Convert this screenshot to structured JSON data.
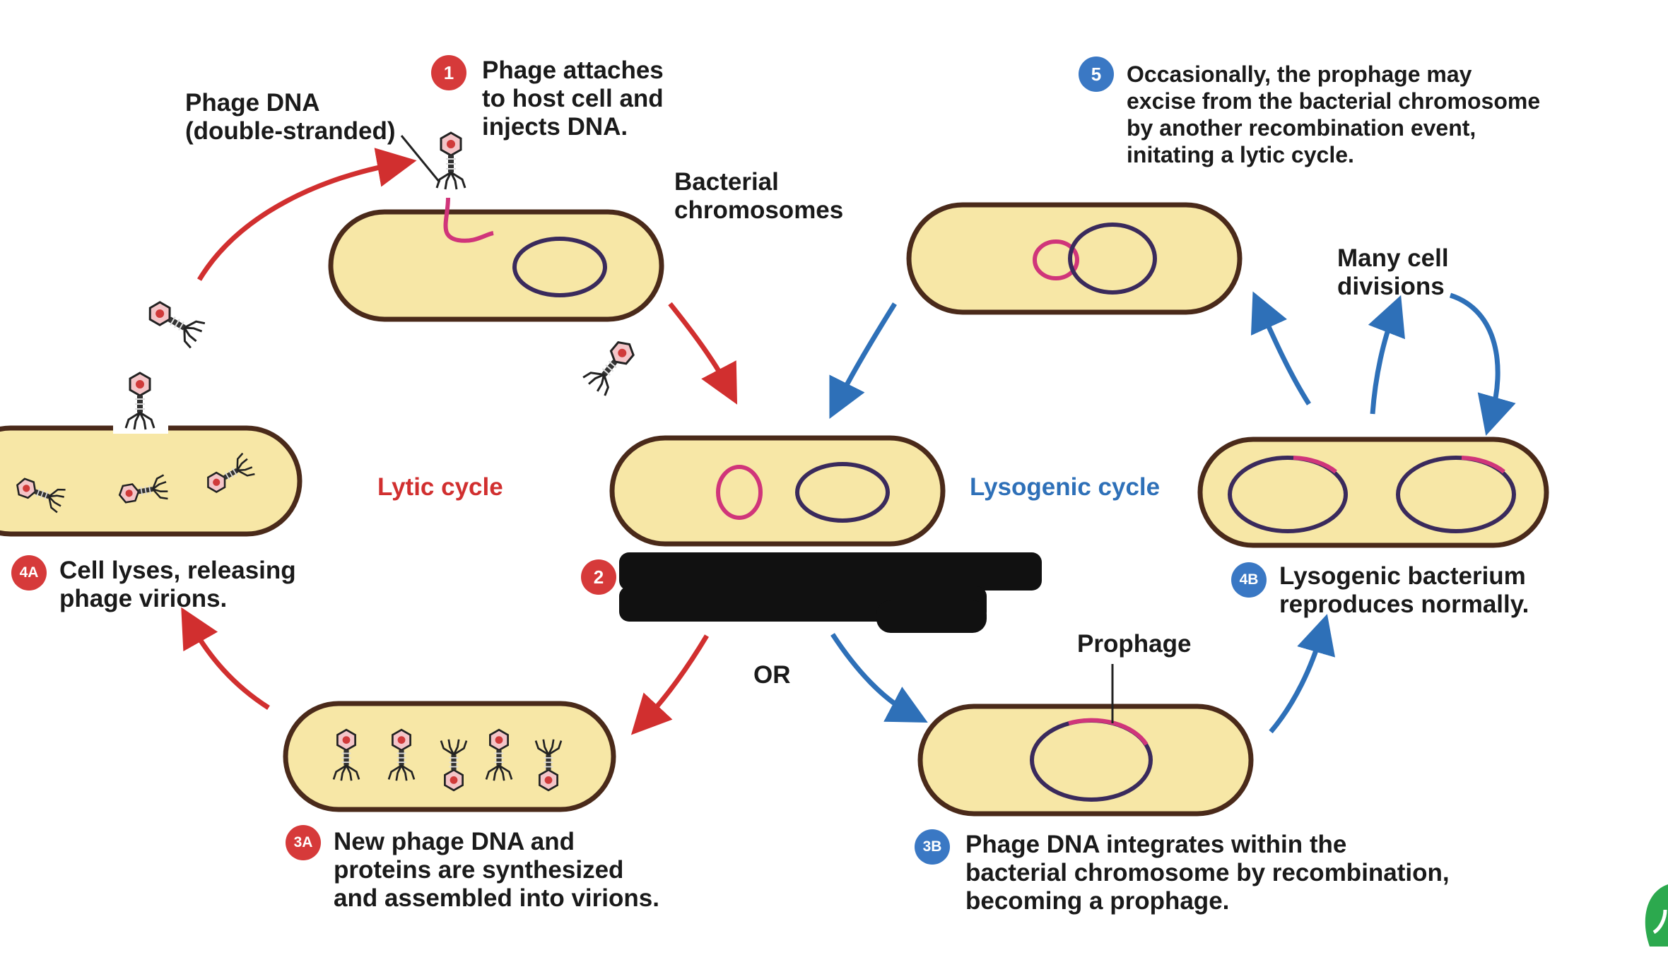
{
  "cycles": {
    "lytic": "Lytic cycle",
    "lysogenic": "Lysogenic cycle",
    "or": "OR"
  },
  "labels": {
    "phage_dna": "Phage DNA\n(double-stranded)",
    "bacterial_chromosomes": "Bacterial\nchromosomes",
    "prophage": "Prophage",
    "many_divisions": "Many cell\ndivisions"
  },
  "steps": [
    {
      "badge": "1",
      "text": "Phage attaches\nto host cell and\ninjects DNA."
    },
    {
      "badge": "2",
      "text": ""
    },
    {
      "badge": "3A",
      "text": "New phage DNA and\nproteins are synthesized\nand assembled into virions."
    },
    {
      "badge": "4A",
      "text": "Cell lyses, releasing\nphage virions."
    },
    {
      "badge": "3B",
      "text": "Phage DNA integrates within the\nbacterial chromosome by recombination,\nbecoming a prophage."
    },
    {
      "badge": "4B",
      "text": "Lysogenic bacterium\nreproduces normally."
    },
    {
      "badge": "5",
      "text": "Occasionally, the prophage may\nexcise from the bacterial chromosome\nby another recombination event,\ninitating a lytic cycle."
    }
  ],
  "colors": {
    "lytic": "#d12f2f",
    "lysogenic": "#2e70b8",
    "cell_fill": "#f7e7a6",
    "cell_stroke": "#4a2a1a",
    "phage_dna": "#d0357a",
    "chromosome": "#3a2a5c"
  }
}
